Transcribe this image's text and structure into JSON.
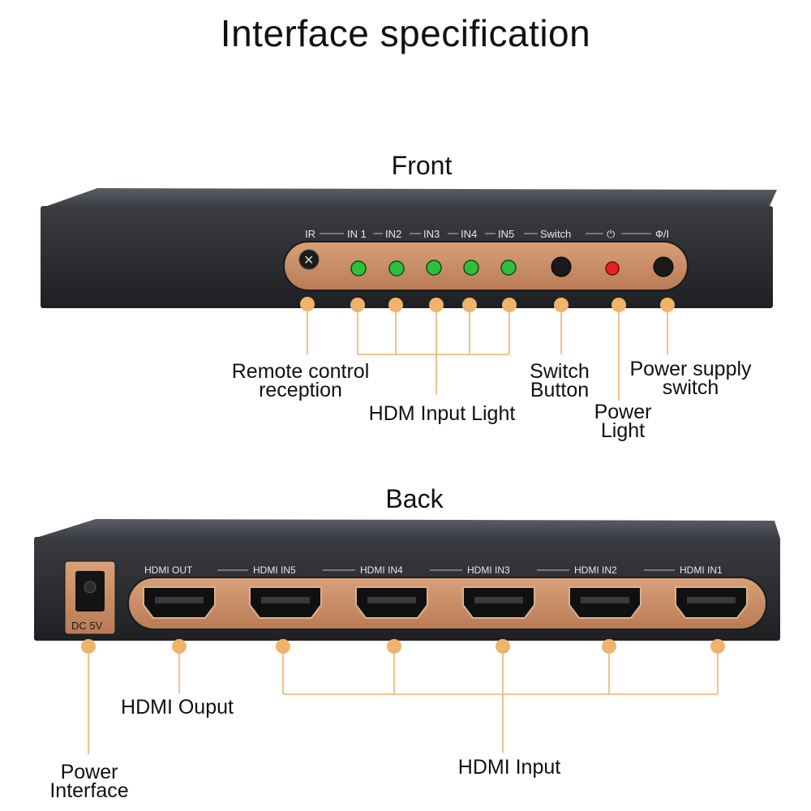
{
  "title": "Interface specification",
  "front": {
    "heading": "Front",
    "panel_labels": {
      "ir": "IR",
      "in1": "IN 1",
      "in2": "IN2",
      "in3": "IN3",
      "in4": "IN4",
      "in5": "IN5",
      "switch": "Switch",
      "power_symbol": "⏻",
      "power_switch_symbol": "Ф/I"
    },
    "callouts": {
      "remote": [
        "Remote control",
        "reception"
      ],
      "input_light": [
        "HDM Input Light"
      ],
      "switch_button": [
        "Switch",
        "Button"
      ],
      "power_light": [
        "Power",
        "Light"
      ],
      "power_switch": [
        "Power supply",
        "switch"
      ]
    }
  },
  "back": {
    "heading": "Back",
    "panel_labels": {
      "dc": "DC 5V",
      "hdmi_out": "HDMI OUT",
      "hdmi_in5": "HDMI IN5",
      "hdmi_in4": "HDMI IN4",
      "hdmi_in3": "HDMI IN3",
      "hdmi_in2": "HDMI IN2",
      "hdmi_in1": "HDMI IN1"
    },
    "callouts": {
      "hdmi_output": [
        "HDMI Ouput"
      ],
      "power_interface": [
        "Power",
        "Interface"
      ],
      "hdmi_input": [
        "HDMI Input"
      ]
    }
  },
  "colors": {
    "accent_orange": "#f0b36c",
    "copper_panel": "#c98a62",
    "device_body": "#2a2c30",
    "led_green": "#2fbf3a",
    "led_red": "#e8231f"
  }
}
